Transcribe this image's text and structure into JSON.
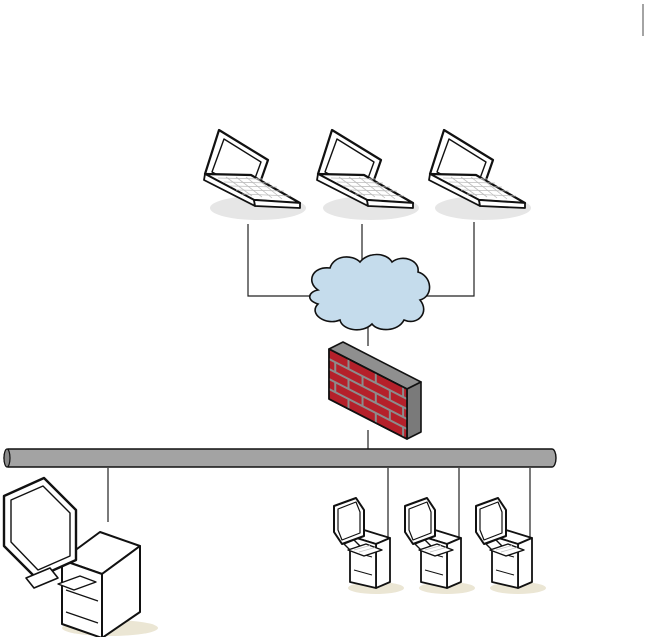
{
  "diagram": {
    "nodes": [
      {
        "id": "laptop-1",
        "kind": "laptop"
      },
      {
        "id": "laptop-2",
        "kind": "laptop"
      },
      {
        "id": "laptop-3",
        "kind": "laptop"
      },
      {
        "id": "internet-cloud",
        "kind": "cloud"
      },
      {
        "id": "firewall",
        "kind": "firewall"
      },
      {
        "id": "network-bus",
        "kind": "bus"
      },
      {
        "id": "workstation-main",
        "kind": "workstation"
      },
      {
        "id": "workstation-1",
        "kind": "workstation"
      },
      {
        "id": "workstation-2",
        "kind": "workstation"
      },
      {
        "id": "workstation-3",
        "kind": "workstation"
      }
    ],
    "connections": [
      [
        "laptop-1",
        "internet-cloud"
      ],
      [
        "laptop-2",
        "internet-cloud"
      ],
      [
        "laptop-3",
        "internet-cloud"
      ],
      [
        "internet-cloud",
        "firewall"
      ],
      [
        "firewall",
        "network-bus"
      ],
      [
        "network-bus",
        "workstation-main"
      ],
      [
        "network-bus",
        "workstation-1"
      ],
      [
        "network-bus",
        "workstation-2"
      ],
      [
        "network-bus",
        "workstation-3"
      ]
    ],
    "colors": {
      "brick": "#b5202a",
      "brick_dark": "#7f1a20",
      "mortar": "#8c8c8c",
      "cloud_fill": "#c5dcec",
      "bus_fill": "#a3a3a3",
      "line": "#222222",
      "shadow": "#e4dfcf"
    }
  }
}
